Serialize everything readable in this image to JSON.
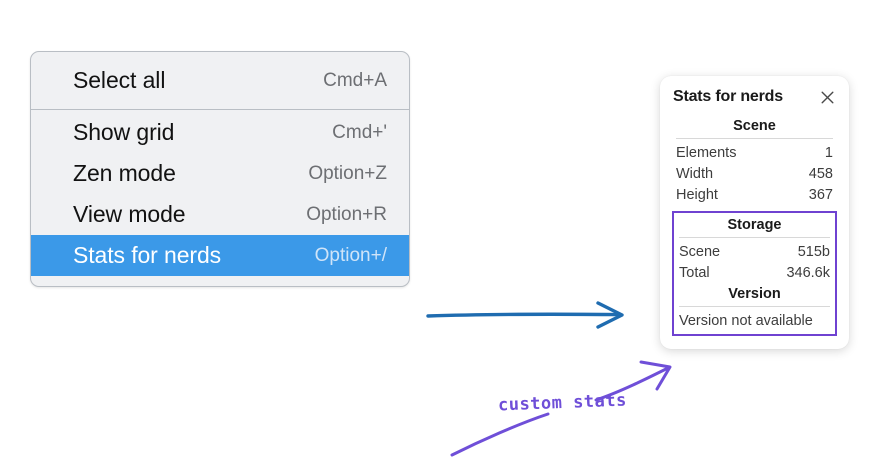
{
  "context_menu": {
    "groups": [
      {
        "items": [
          {
            "label": "Select all",
            "shortcut": "Cmd+A",
            "selected": false
          }
        ]
      },
      {
        "items": [
          {
            "label": "Show grid",
            "shortcut": "Cmd+'",
            "selected": false
          },
          {
            "label": "Zen mode",
            "shortcut": "Option+Z",
            "selected": false
          },
          {
            "label": "View mode",
            "shortcut": "Option+R",
            "selected": false
          },
          {
            "label": "Stats for nerds",
            "shortcut": "Option+/",
            "selected": true
          }
        ]
      }
    ],
    "selected_color": "#3b99e8"
  },
  "stats_panel": {
    "title": "Stats for nerds",
    "close_icon": "close-icon",
    "scene": {
      "heading": "Scene",
      "rows": [
        {
          "key": "Elements",
          "value": "1"
        },
        {
          "key": "Width",
          "value": "458"
        },
        {
          "key": "Height",
          "value": "367"
        }
      ]
    },
    "storage": {
      "heading": "Storage",
      "rows": [
        {
          "key": "Scene",
          "value": "515b"
        },
        {
          "key": "Total",
          "value": "346.6k"
        }
      ]
    },
    "version": {
      "heading": "Version",
      "note": "Version not available"
    },
    "highlight_color": "#6f42d1"
  },
  "annotations": {
    "custom_stats_label": "custom stats",
    "arrow_color_blue": "#1f6cb0",
    "arrow_color_purple": "#6f4fd8"
  }
}
